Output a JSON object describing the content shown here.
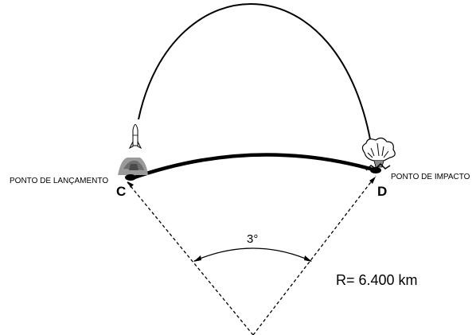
{
  "diagram": {
    "launch_label": "PONTO DE LANÇAMENTO",
    "impact_label": "PONTO DE IMPACTO",
    "launch_point": "C",
    "impact_point": "D",
    "angle_label": "3°",
    "radius_label": "R= 6.400 km"
  }
}
